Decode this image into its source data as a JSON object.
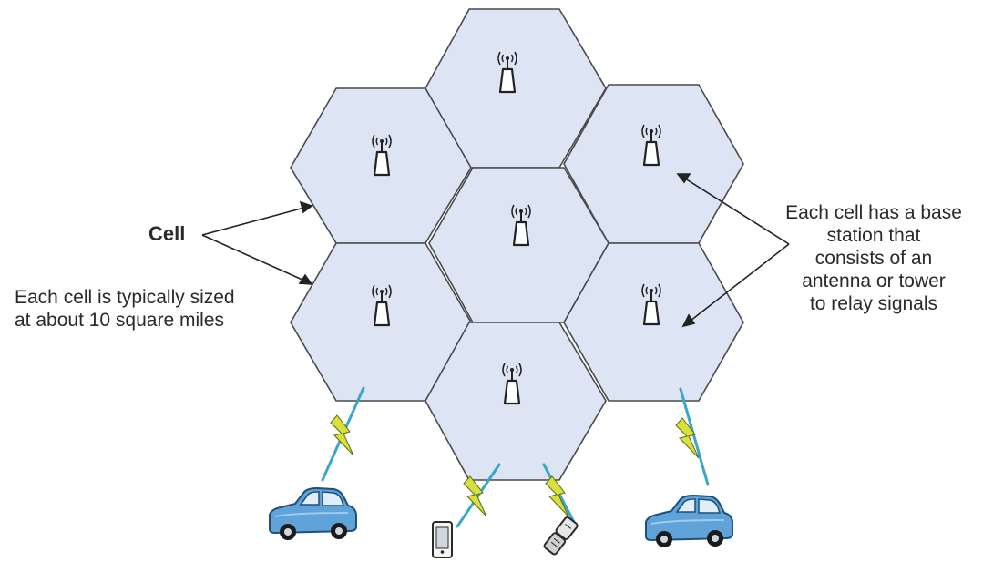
{
  "labels": {
    "cell": "Cell",
    "cell_size_line1": "Each cell is typically sized",
    "cell_size_line2": "at about 10 square miles",
    "base_station_line1": "Each cell has a base",
    "base_station_line2": "station that",
    "base_station_line3": "consists of an",
    "base_station_line4": "antenna or tower",
    "base_station_line5": "to relay signals"
  },
  "colors": {
    "cell_fill": "#dde4f3",
    "cell_stroke": "#4a4a4a",
    "signal_bolt": "#d8e03a",
    "signal_beam": "#3aa7c9",
    "car_body": "#5fa3d8"
  },
  "icons": [
    "antenna-tower-icon",
    "car-icon",
    "smartphone-icon",
    "flip-phone-icon",
    "lightning-bolt-icon"
  ]
}
